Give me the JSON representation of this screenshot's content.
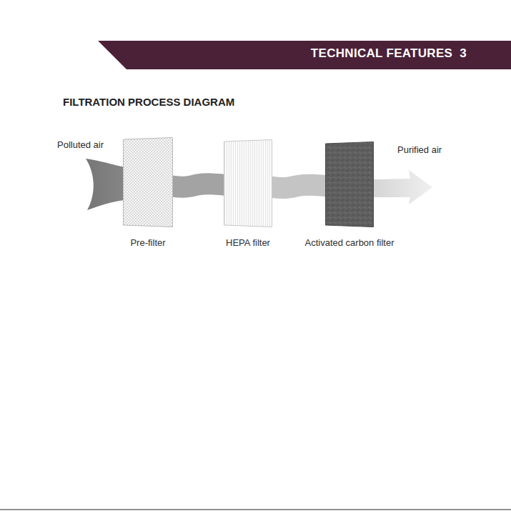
{
  "diagram": {
    "title": "FILTRATION PROCESS DIAGRAM",
    "nodes": [
      {
        "text": [
          "Pre-filter"
        ]
      },
      {
        "text": [
          "HEPA filter"
        ]
      },
      {
        "text": [
          "Activated carbon filter"
        ]
      }
    ],
    "edges": [
      {
        "from": 0,
        "to": 1,
        "arrow": "none"
      },
      {
        "from": 1,
        "to": 2,
        "arrow": "none"
      }
    ],
    "labels": [
      "TECHNICAL FEATURES",
      "3",
      "Polluted air",
      "Purified air"
    ]
  }
}
